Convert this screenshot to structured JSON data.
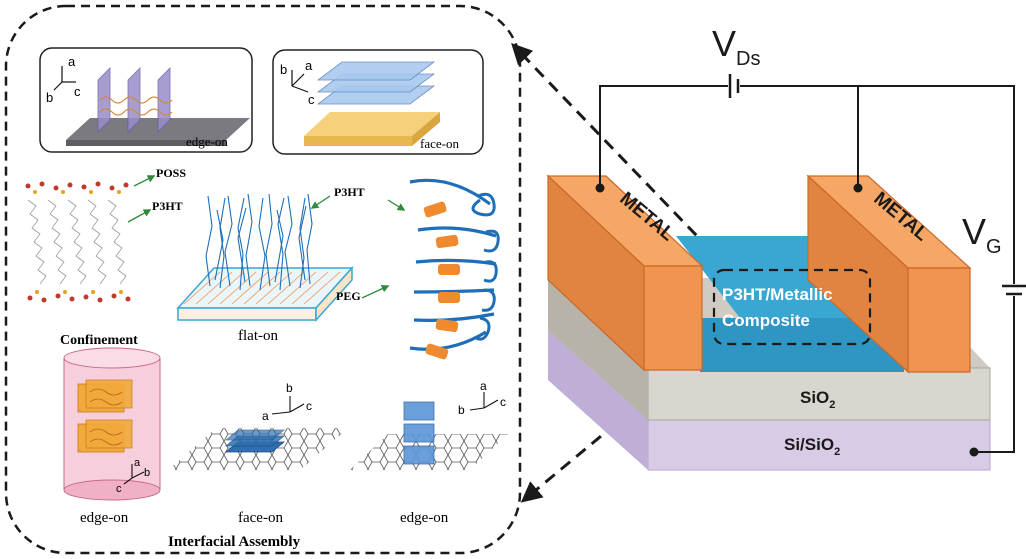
{
  "circuit": {
    "v_ds_main": "V",
    "v_ds_sub": "Ds",
    "v_g_main": "V",
    "v_g_sub": "G"
  },
  "device": {
    "metal_left": "METAL",
    "metal_right": "METAL",
    "channel_line1": "P3HT/Metallic",
    "channel_line2": "Composite",
    "sio2_main": "SiO",
    "sio2_sub": "2",
    "substrate_main": "Si/SiO",
    "substrate_sub": "2"
  },
  "inset": {
    "box_edge_on": "edge-on",
    "box_face_on": "face-on",
    "axis_a": "a",
    "axis_b": "b",
    "axis_c": "c",
    "poss": "POSS",
    "p3ht": "P3HT",
    "p3ht_2": "P3HT",
    "peg": "PEG",
    "confinement": "Confinement",
    "flat_on": "flat-on",
    "bottom_edge_on_1": "edge-on",
    "bottom_face_on": "face-on",
    "bottom_edge_on_2": "edge-on",
    "interfacial_assembly": "Interfacial Assembly"
  },
  "colors": {
    "metal": "#f0944f",
    "metal_dark": "#c9692b",
    "channel": "#3aa7d2",
    "sio2": "#d9d6cf",
    "substrate": "#d8cbe6",
    "wire": "#1a1a1a",
    "p3ht_blue": "#1f6fb8",
    "peg_orange": "#ef8a2e"
  }
}
